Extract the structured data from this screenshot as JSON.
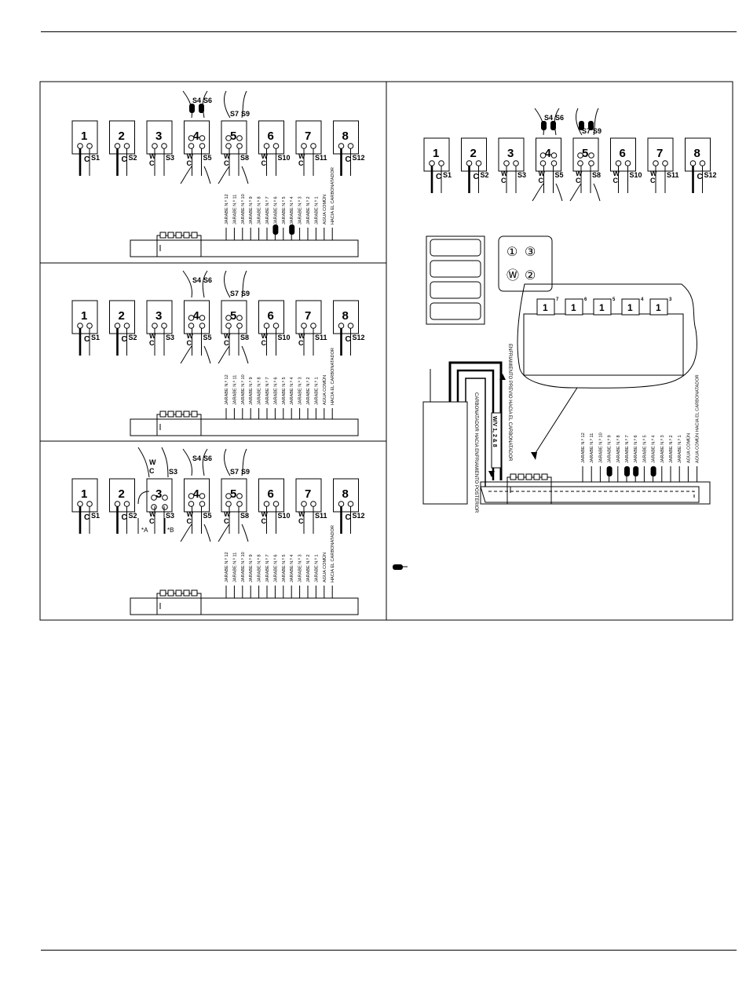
{
  "valve_numbers": [
    "1",
    "2",
    "3",
    "4",
    "5",
    "6",
    "7",
    "8"
  ],
  "circuit_labels": [
    "S1",
    "S2",
    "S3",
    "S5",
    "S8",
    "S10",
    "S11",
    "S12"
  ],
  "extra_circuit_labels": {
    "s4": "S4",
    "s6": "S6",
    "s7": "S7",
    "s9": "S9"
  },
  "valve_letters": {
    "c": "C",
    "w": "W"
  },
  "note_marks": {
    "a": "*A",
    "b": "*B"
  },
  "tube_labels": [
    "JARABE N.º 12",
    "JARABE N.º 11",
    "JARABE N.º 10",
    "JARABE N.º 9",
    "JARABE N.º 8",
    "JARABE N.º 7",
    "JARABE N.º 6",
    "JARABE N.º 5",
    "JARABE N.º 4",
    "JARABE N.º 3",
    "JARABE N.º 2",
    "JARABE N.º 1",
    "AGUA COMÚN",
    "HACIA EL CARBONATADOR"
  ],
  "right_tube_labels": [
    "JARABE N.º 12",
    "JARABE N.º 11",
    "JARABE N.º 10",
    "JARABE N.º 9",
    "JARABE N.º 8",
    "JARABE N.º 7",
    "JARABE N.º 6",
    "JARABE N.º 5",
    "JARABE N.º 4",
    "JARABE N.º 3",
    "JARABE N.º 2",
    "JARABE N.º 1",
    "AGUA COMÚN",
    "AGUA COMÚN HACIA EL CARBONATADOR"
  ],
  "panel_labels": {
    "precooling": "ENFRIAMIENTO PREVIO HACIA EL CARBONATADOR",
    "carbonator_to_cooling": "CARBONATADOR HACIA ENFRIAMIENTO POSTERIOR",
    "valves_tag": "W/V 1, 2 & 8"
  },
  "keypad_symbols": [
    "①",
    "③",
    "Ⓦ",
    "②"
  ],
  "zoom_numbers": [
    "7",
    "6",
    "5",
    "4",
    "3"
  ],
  "zoom_button_label": "1"
}
